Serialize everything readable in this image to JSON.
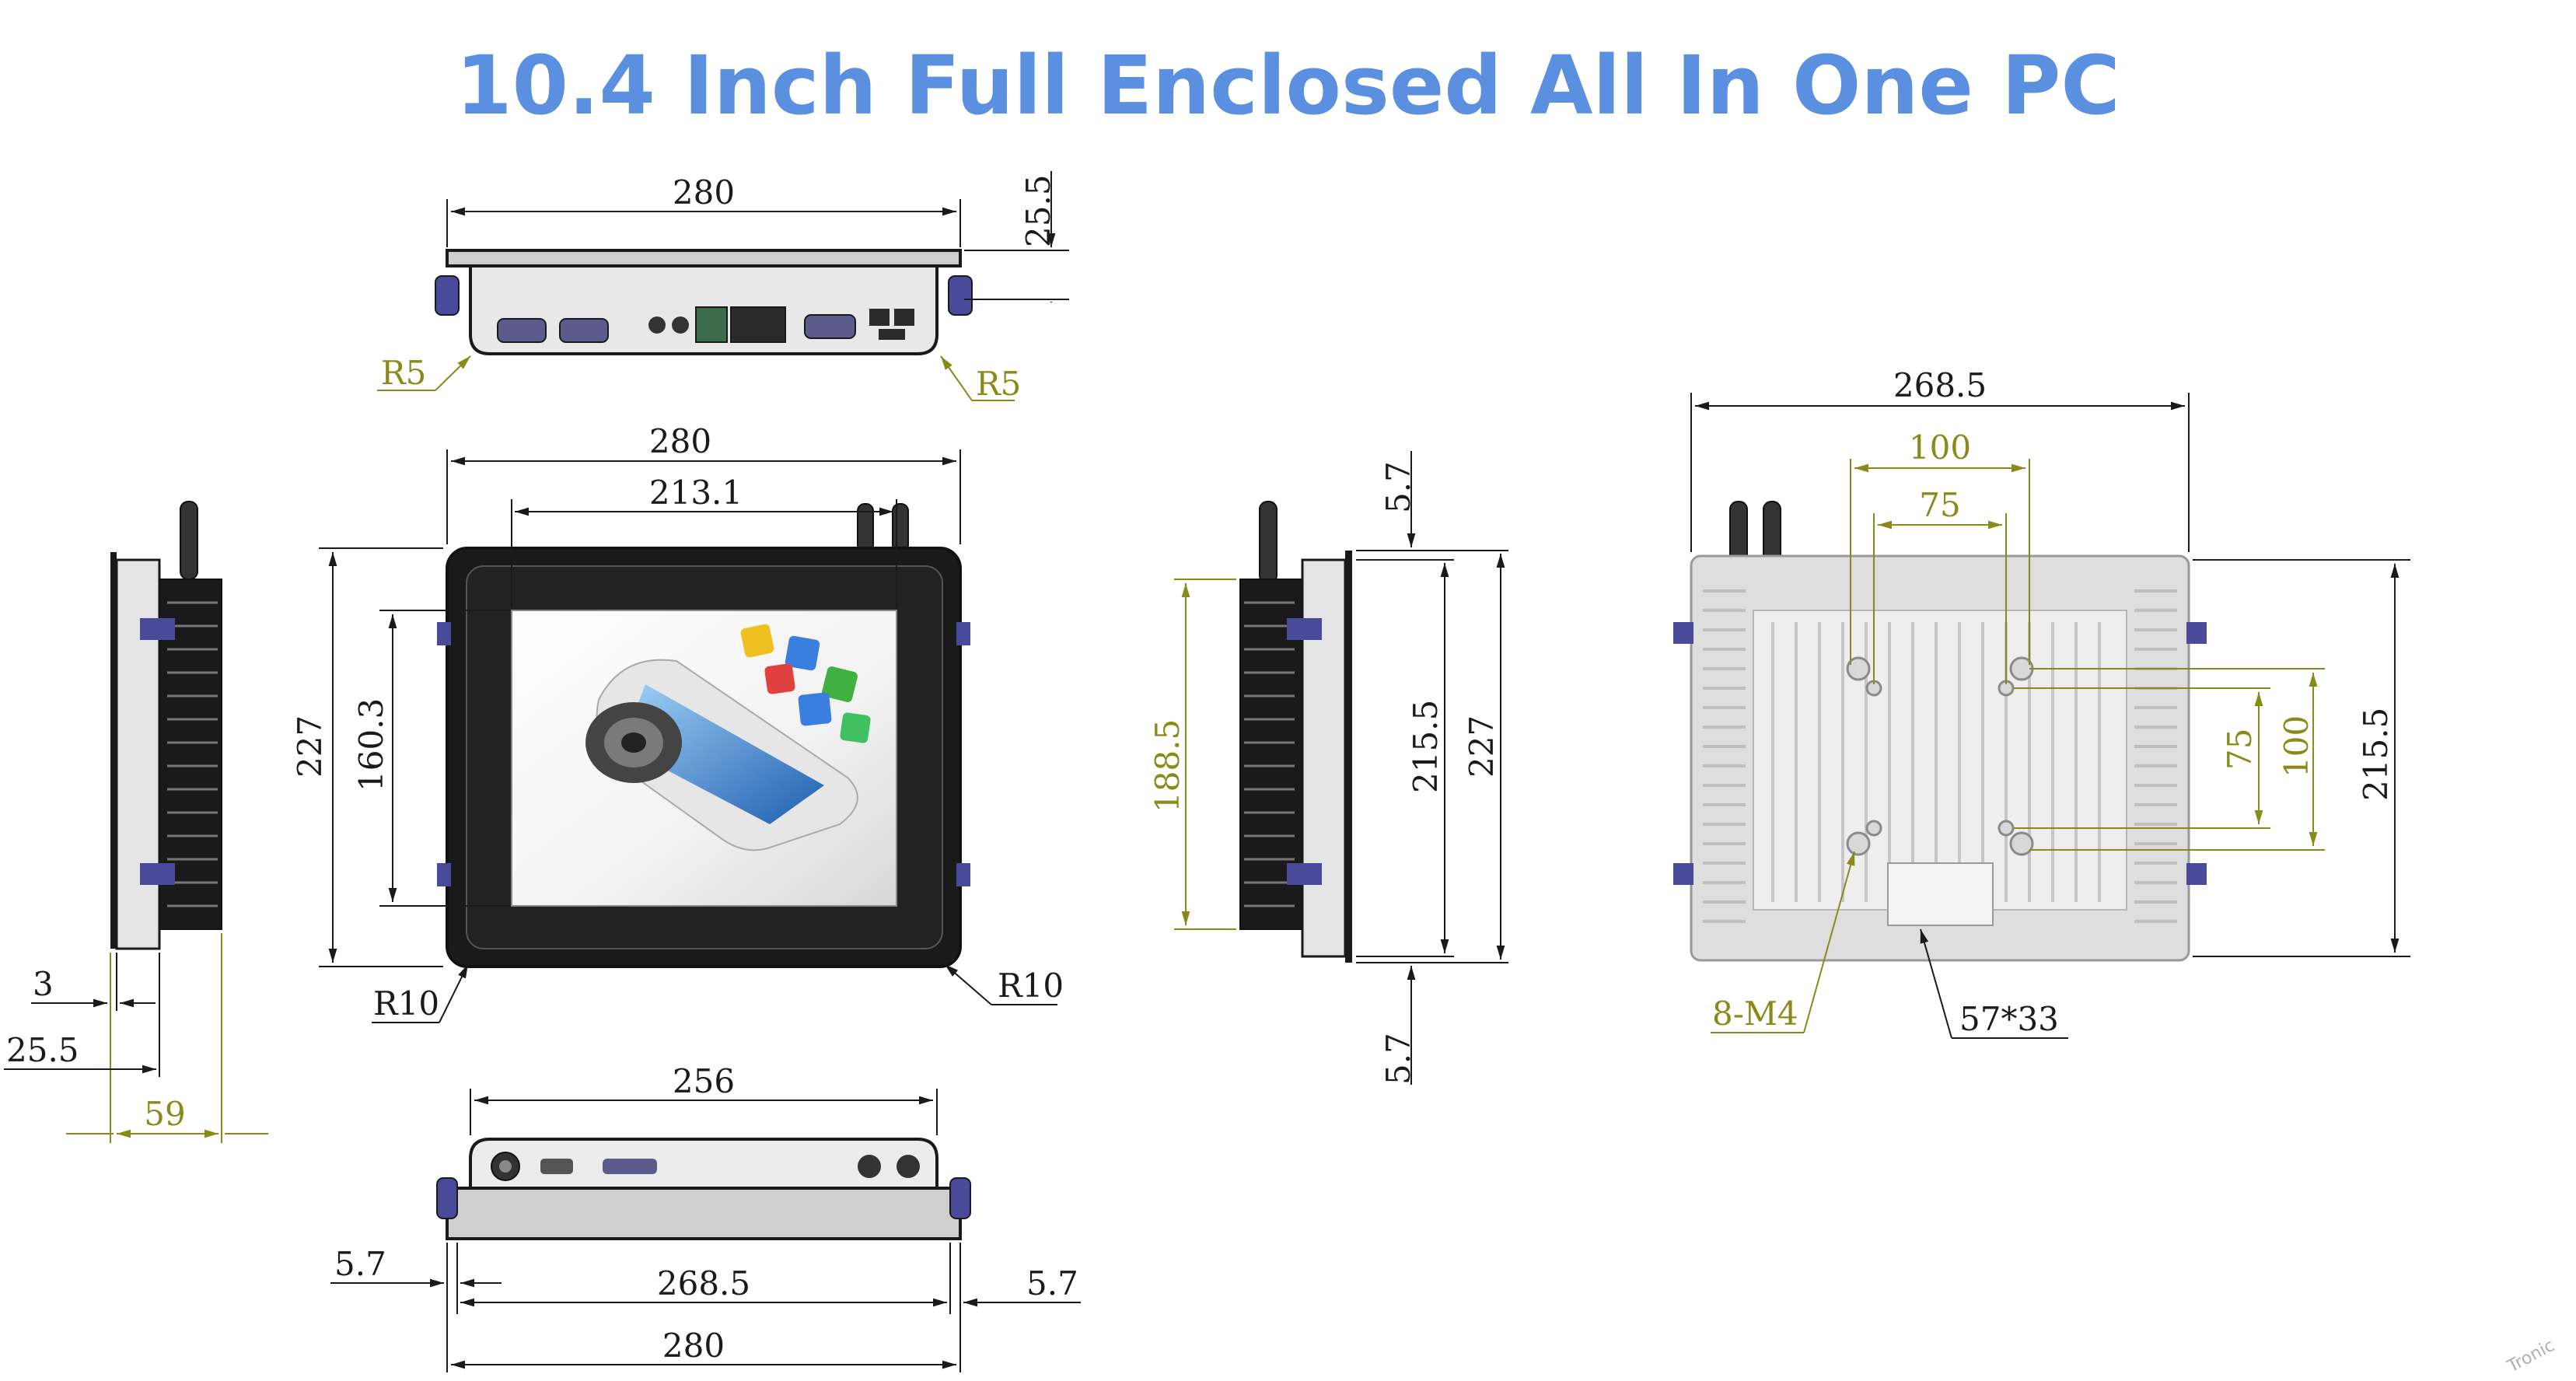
{
  "title": "10.4 Inch Full Enclosed All In One PC",
  "watermark": "Tronic",
  "colors": {
    "title": "#5b8fe0",
    "dimension_line": "#1a1a1a",
    "olive_dimension": "#8a8a1a",
    "bezel": "#1a1a1a",
    "chassis": "#dedede",
    "bracket": "#4a4a9a"
  },
  "top_view": {
    "width": "280",
    "depth": "25.5",
    "corner_left": "R5",
    "corner_right": "R5"
  },
  "front_view": {
    "width": "280",
    "screen_width": "213.1",
    "height": "227",
    "screen_height": "160.3",
    "corner_left": "R10",
    "corner_right": "R10"
  },
  "left_side_view": {
    "bezel": "3",
    "depth": "25.5",
    "total_depth": "59"
  },
  "bottom_view": {
    "top_width": "256",
    "inner_width": "268.5",
    "outer_width": "280",
    "side_left": "5.7",
    "side_right": "5.7"
  },
  "right_side_view": {
    "olive_height": "188.5",
    "inner_height": "215.5",
    "height": "227",
    "top_offset": "5.7",
    "bottom_offset": "5.7"
  },
  "rear_view": {
    "width": "268.5",
    "vesa_outer": "100",
    "vesa_inner": "75",
    "vesa_v_outer": "100",
    "vesa_v_inner": "75",
    "height": "215.5",
    "screws": "8-M4",
    "label_area": "57*33"
  }
}
